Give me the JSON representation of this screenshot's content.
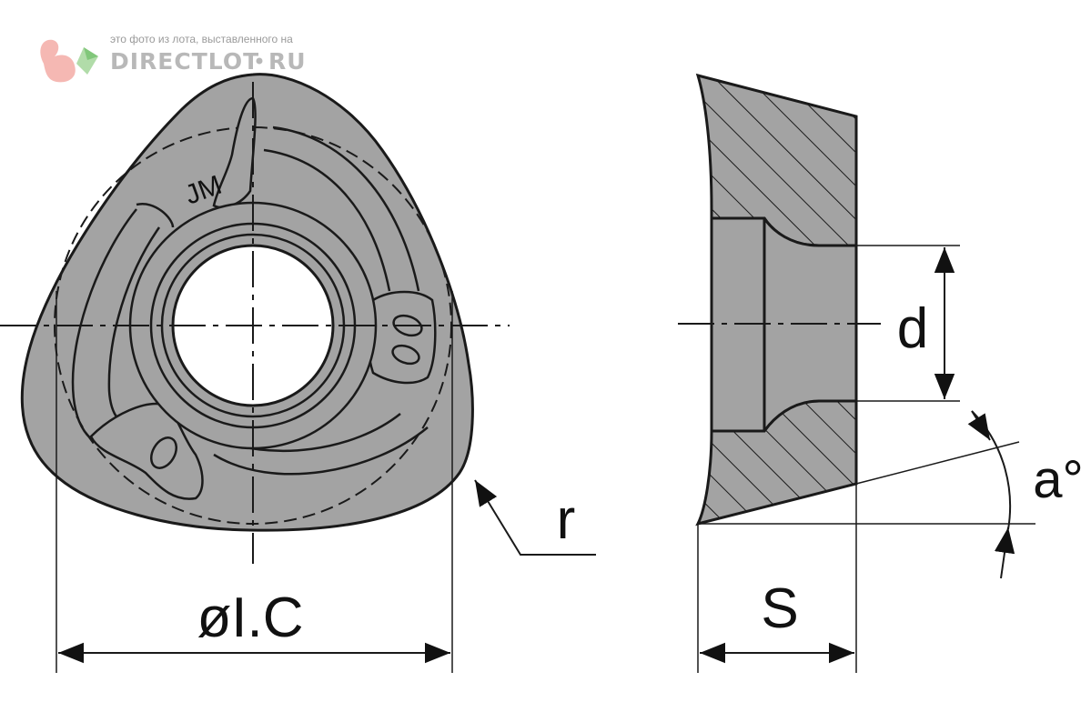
{
  "watermark": {
    "caption": "это фото из лота, выставленного на",
    "brand": "DIRECTLOT",
    "brand_suffix": "RU"
  },
  "insert_marking": "JM",
  "dimensions": {
    "inscribed_circle": "øI.C",
    "corner_radius": "r",
    "hole_diameter": "d",
    "thickness": "S",
    "clearance_angle": "a°"
  },
  "colors": {
    "body_fill": "#a3a3a3",
    "outline": "#1a1a1a",
    "hole_fill": "#ffffff",
    "watermark_text": "#b8b8b8",
    "watermark_logo": "#f2a6a0"
  }
}
